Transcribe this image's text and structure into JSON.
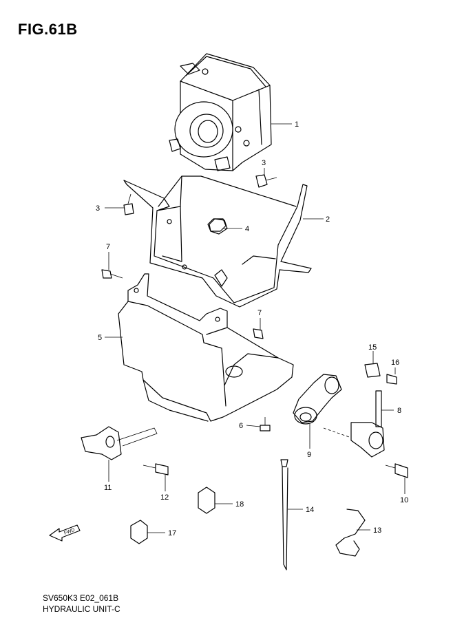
{
  "title": "FIG.61B",
  "footer": {
    "line1": "SV650K3 E02_061B",
    "line2": "HYDRAULIC UNIT-C"
  },
  "fwd_label": "FWD",
  "callouts": [
    "1",
    "2",
    "3",
    "3",
    "4",
    "5",
    "6",
    "7",
    "7",
    "8",
    "9",
    "10",
    "11",
    "12",
    "13",
    "14",
    "15",
    "16",
    "17",
    "18"
  ]
}
